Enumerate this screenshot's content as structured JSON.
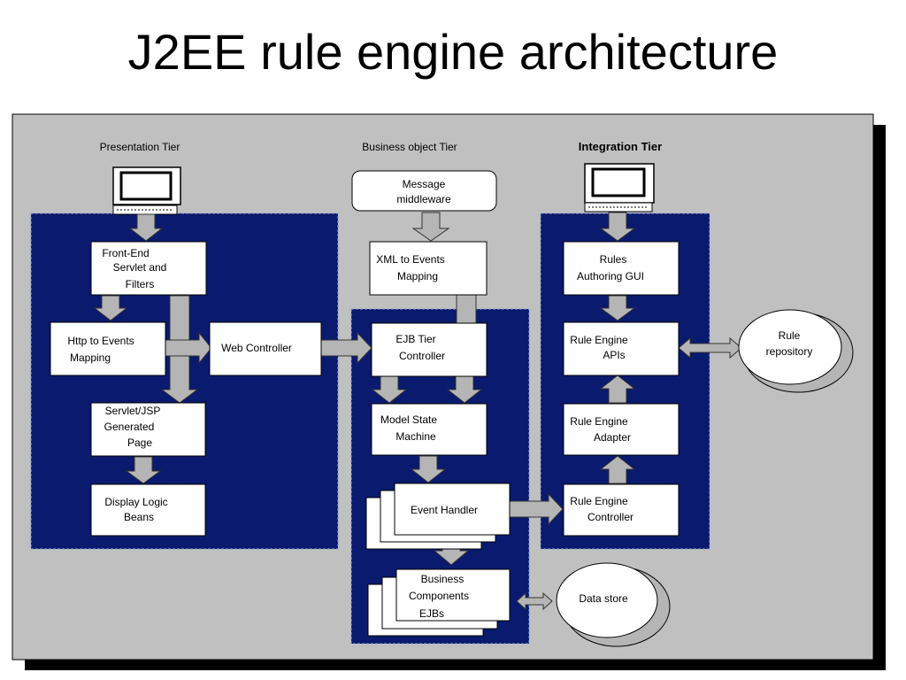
{
  "title": "J2EE rule engine architecture",
  "colors": {
    "canvas": "#c0c0c0",
    "tier_panel": "#0a1a6e",
    "box": "#ffffff",
    "arrow": "#b5b5b5",
    "shadow": "#000000"
  },
  "tiers": {
    "presentation": "Presentation Tier",
    "business": "Business object Tier",
    "integration": "Integration Tier"
  },
  "icons": {
    "terminal_left": "computer-terminal-icon",
    "terminal_right": "computer-terminal-icon"
  },
  "boxes": {
    "message_middleware": [
      "Message",
      "middleware"
    ],
    "front_end_servlet": [
      "Front-End",
      "Servlet and",
      "Filters"
    ],
    "http_to_events": [
      "Http to Events",
      "Mapping"
    ],
    "web_controller": [
      "Web Controller"
    ],
    "servlet_jsp": [
      "Servlet/JSP",
      "Generated",
      "Page"
    ],
    "display_logic": [
      "Display Logic",
      "Beans"
    ],
    "xml_to_events": [
      "XML to Events",
      "Mapping"
    ],
    "ejb_tier_controller": [
      "EJB Tier",
      "Controller"
    ],
    "model_state_machine": [
      "Model State",
      "Machine"
    ],
    "event_handler": [
      "Event Handler"
    ],
    "business_components": [
      "Business",
      "Components",
      "EJBs"
    ],
    "rules_authoring_gui": [
      "Rules",
      "Authoring GUI"
    ],
    "rule_engine_apis": [
      "Rule Engine",
      "APIs"
    ],
    "rule_engine_adapter": [
      "Rule Engine",
      "Adapter"
    ],
    "rule_engine_controller": [
      "Rule Engine",
      "Controller"
    ]
  },
  "stores": {
    "rule_repository": [
      "Rule",
      "repository"
    ],
    "data_store": [
      "Data store"
    ]
  }
}
